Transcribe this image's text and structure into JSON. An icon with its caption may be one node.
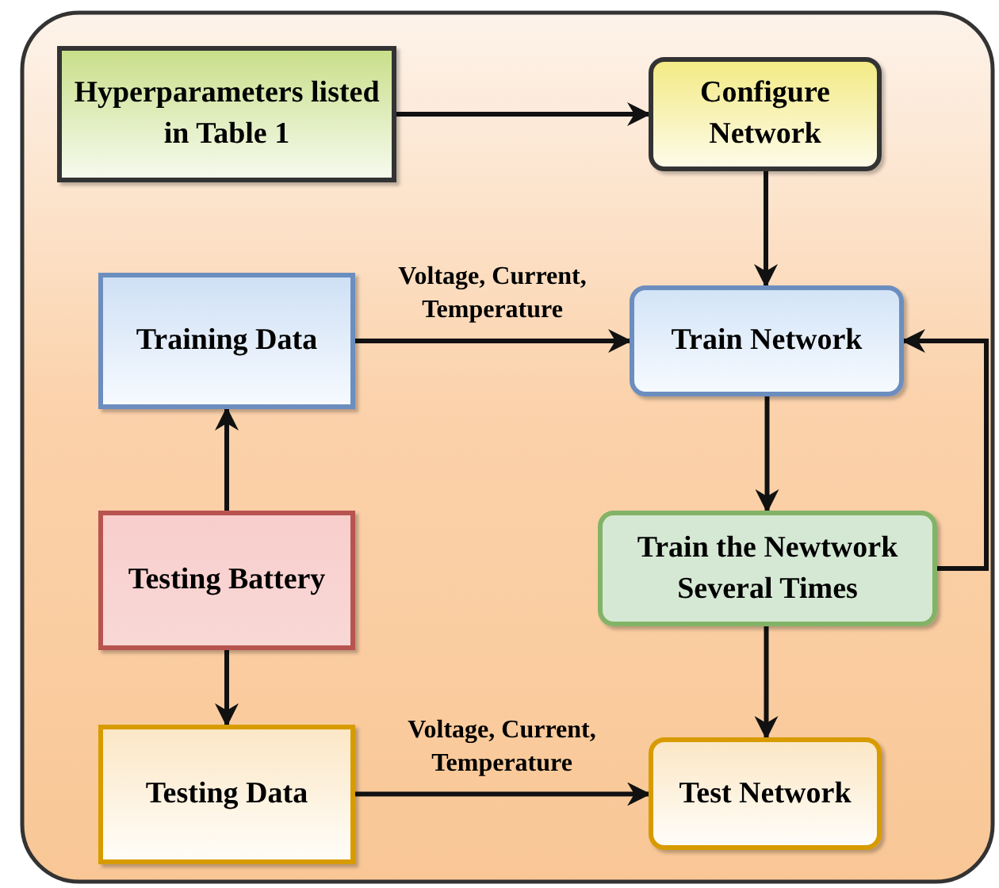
{
  "diagram": {
    "nodes": [
      {
        "text": [
          "Hyperparameters listed in Table 1"
        ]
      },
      {
        "text": [
          "Configure Network"
        ]
      },
      {
        "text": [
          "Training Data"
        ]
      },
      {
        "text": [
          "Train Network"
        ]
      },
      {
        "text": [
          "Testing Battery"
        ]
      },
      {
        "text": [
          "Train the Newtwork Several Times"
        ]
      },
      {
        "text": [
          "Testing Data"
        ]
      },
      {
        "text": [
          "Test Network"
        ]
      }
    ],
    "edges": [
      {
        "from": 0,
        "to": 1,
        "arrow": "to"
      },
      {
        "from": 1,
        "to": 3,
        "arrow": "to"
      },
      {
        "from": 2,
        "to": 3,
        "arrow": "to",
        "label": "Voltage, Current, Temperature"
      },
      {
        "from": 3,
        "to": 5,
        "arrow": "to"
      },
      {
        "from": 5,
        "to": 3,
        "arrow": "to"
      },
      {
        "from": 4,
        "to": 2,
        "arrow": "to"
      },
      {
        "from": 4,
        "to": 6,
        "arrow": "to"
      },
      {
        "from": 5,
        "to": 7,
        "arrow": "to"
      },
      {
        "from": 6,
        "to": 7,
        "arrow": "to",
        "label": "Voltage, Current, Temperature"
      }
    ]
  }
}
